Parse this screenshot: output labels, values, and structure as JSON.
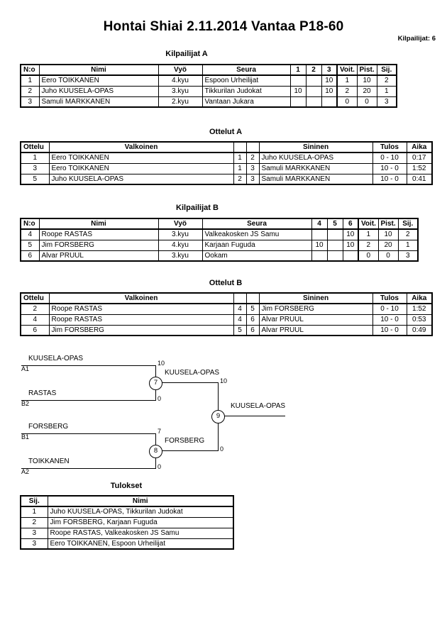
{
  "header": {
    "title": "Hontai Shiai  2.11.2014  Vantaa   P18-60",
    "entrants": "Kilpailijat: 6"
  },
  "pool_a": {
    "title": "Kilpailijat A",
    "columns": [
      "N:o",
      "Nimi",
      "Vyö",
      "Seura",
      "1",
      "2",
      "3",
      "Voit.",
      "Pist.",
      "Sij."
    ],
    "rows": [
      {
        "no": "1",
        "name": "Eero TOIKKANEN",
        "belt": "4.kyu",
        "club": "Espoon Urheilijat",
        "m1": "",
        "m2": "",
        "m3": "10",
        "wins": "1",
        "points": "10",
        "rank": "2"
      },
      {
        "no": "2",
        "name": "Juho KUUSELA-OPAS",
        "belt": "3.kyu",
        "club": "Tikkurilan Judokat",
        "m1": "10",
        "m2": "",
        "m3": "10",
        "wins": "2",
        "points": "20",
        "rank": "1"
      },
      {
        "no": "3",
        "name": "Samuli MARKKANEN",
        "belt": "2.kyu",
        "club": "Vantaan Jukara",
        "m1": "",
        "m2": "",
        "m3": "",
        "wins": "0",
        "points": "0",
        "rank": "3"
      }
    ]
  },
  "matches_a": {
    "title": "Ottelut A",
    "columns": [
      "Ottelu",
      "Valkoinen",
      "",
      "",
      "Sininen",
      "Tulos",
      "Aika"
    ],
    "rows": [
      {
        "no": "1",
        "white": "Eero TOIKKANEN",
        "wn": "1",
        "bn": "2",
        "blue": "Juho KUUSELA-OPAS",
        "result": "0 - 10",
        "time": "0:17"
      },
      {
        "no": "3",
        "white": "Eero TOIKKANEN",
        "wn": "1",
        "bn": "3",
        "blue": "Samuli MARKKANEN",
        "result": "10 - 0",
        "time": "1:52"
      },
      {
        "no": "5",
        "white": "Juho KUUSELA-OPAS",
        "wn": "2",
        "bn": "3",
        "blue": "Samuli MARKKANEN",
        "result": "10 - 0",
        "time": "0:41"
      }
    ]
  },
  "pool_b": {
    "title": "Kilpailijat B",
    "columns": [
      "N:o",
      "Nimi",
      "Vyö",
      "Seura",
      "4",
      "5",
      "6",
      "Voit.",
      "Pist.",
      "Sij."
    ],
    "rows": [
      {
        "no": "4",
        "name": "Roope RASTAS",
        "belt": "3.kyu",
        "club": "Valkeakosken JS Samu",
        "m1": "",
        "m2": "",
        "m3": "10",
        "wins": "1",
        "points": "10",
        "rank": "2"
      },
      {
        "no": "5",
        "name": "Jim FORSBERG",
        "belt": "4.kyu",
        "club": "Karjaan Fuguda",
        "m1": "10",
        "m2": "",
        "m3": "10",
        "wins": "2",
        "points": "20",
        "rank": "1"
      },
      {
        "no": "6",
        "name": "Alvar PRUUL",
        "belt": "3.kyu",
        "club": "Ookam",
        "m1": "",
        "m2": "",
        "m3": "",
        "wins": "0",
        "points": "0",
        "rank": "3"
      }
    ]
  },
  "matches_b": {
    "title": "Ottelut B",
    "columns": [
      "Ottelu",
      "Valkoinen",
      "",
      "",
      "Sininen",
      "Tulos",
      "Aika"
    ],
    "rows": [
      {
        "no": "2",
        "white": "Roope RASTAS",
        "wn": "4",
        "bn": "5",
        "blue": "Jim FORSBERG",
        "result": "0 - 10",
        "time": "1:52"
      },
      {
        "no": "4",
        "white": "Roope RASTAS",
        "wn": "4",
        "bn": "6",
        "blue": "Alvar PRUUL",
        "result": "10 - 0",
        "time": "0:53"
      },
      {
        "no": "6",
        "white": "Jim FORSBERG",
        "wn": "5",
        "bn": "6",
        "blue": "Alvar PRUUL",
        "result": "10 - 0",
        "time": "0:49"
      }
    ]
  },
  "bracket": {
    "semifinal_1": {
      "node": "7",
      "top_name": "KUUSELA-OPAS",
      "top_seed": "A1",
      "top_score": "10",
      "bottom_name": "RASTAS",
      "bottom_seed": "B2",
      "bottom_score": "0",
      "winner": "KUUSELA-OPAS",
      "winner_score": "10"
    },
    "semifinal_2": {
      "node": "8",
      "top_name": "FORSBERG",
      "top_seed": "B1",
      "top_score": "7",
      "bottom_name": "TOIKKANEN",
      "bottom_seed": "A2",
      "bottom_score": "0",
      "winner": "FORSBERG",
      "winner_score": "0"
    },
    "final": {
      "node": "9",
      "winner": "KUUSELA-OPAS"
    }
  },
  "results": {
    "title": "Tulokset",
    "columns": [
      "Sij.",
      "Nimi"
    ],
    "rows": [
      {
        "rank": "1",
        "name": "Juho KUUSELA-OPAS, Tikkurilan Judokat"
      },
      {
        "rank": "2",
        "name": "Jim FORSBERG, Karjaan Fuguda"
      },
      {
        "rank": "3",
        "name": "Roope RASTAS, Valkeakosken JS Samu"
      },
      {
        "rank": "3",
        "name": "Eero TOIKKANEN, Espoon Urheilijat"
      }
    ]
  }
}
